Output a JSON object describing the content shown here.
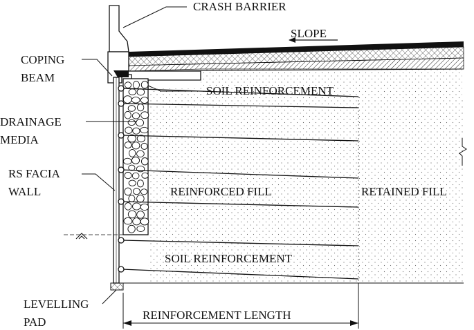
{
  "labels": {
    "crash_barrier": "CRASH BARRIER",
    "slope": "SLOPE",
    "coping_line1": "COPING",
    "coping_line2": "BEAM",
    "soil_reinforcement_top": "SOIL REINFORCEMENT",
    "drainage_line1": "DRAINAGE",
    "drainage_line2": "MEDIA",
    "rs_line1": "RS FACIA",
    "rs_line2": "WALL",
    "reinforced_fill": "REINFORCED FILL",
    "retained_fill": "RETAINED FILL",
    "soil_reinforcement_bottom": "SOIL REINFORCEMENT",
    "levelling_line1": "LEVELLING",
    "levelling_line2": "PAD",
    "reinforcement_length": "REINFORCEMENT LENGTH"
  },
  "colors": {
    "line": "#111111",
    "background": "#ffffff"
  }
}
